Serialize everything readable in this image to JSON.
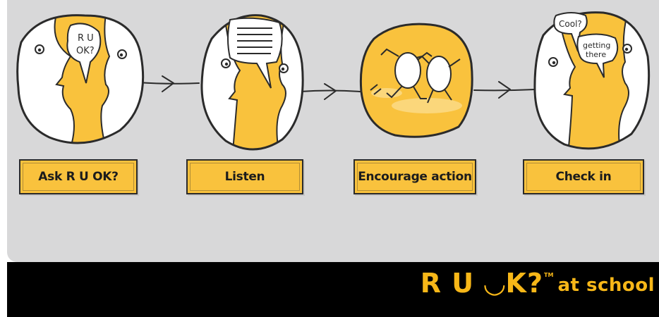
{
  "steps": [
    {
      "label": "Ask R U OK?",
      "bubble": [
        "R U",
        "OK?"
      ]
    },
    {
      "label": "Listen"
    },
    {
      "label": "Encourage action"
    },
    {
      "label": "Check in",
      "bubble1": "Cool?",
      "bubble2": [
        "getting",
        "there"
      ]
    }
  ],
  "brand": {
    "main": "R U ◡K?",
    "tm": "TM",
    "sub": "at school"
  },
  "colors": {
    "accent": "#f9c23d",
    "panel": "#d8d8d9",
    "footer": "#000000",
    "brand": "#f7b718"
  }
}
